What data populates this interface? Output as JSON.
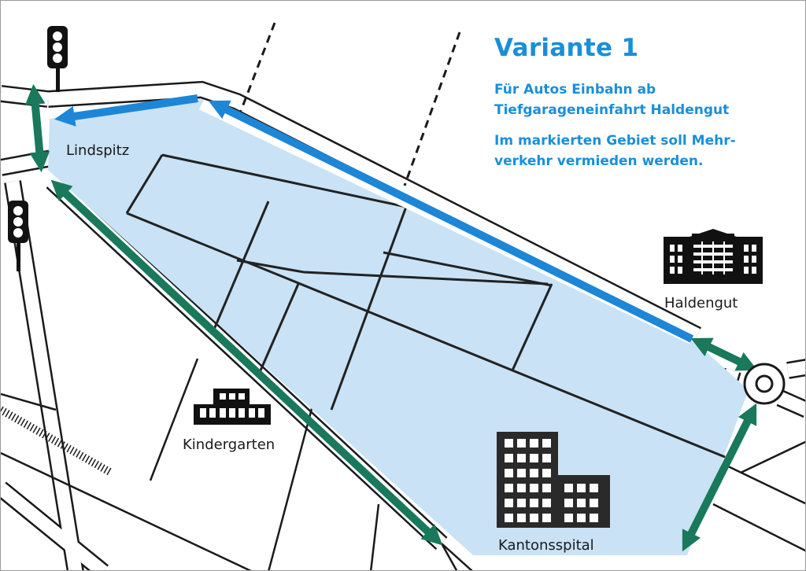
{
  "legend": {
    "title": "Variante 1",
    "line1a": "Für Autos Einbahn ab",
    "line1b": "Tiefgarageneinfahrt Haldengut",
    "line2a": "Im markierten Gebiet soll Mehr-",
    "line2b": "verkehr vermieden werden."
  },
  "places": {
    "lindspitz": "Lindspitz",
    "haldengut": "Haldengut",
    "kindergarten": "Kindergarten",
    "kantonsspital": "Kantonsspital"
  },
  "colors": {
    "area_fill": "#c9e2f5",
    "oneway_blue": "#1d86d6",
    "twoway_green": "#19795a",
    "legend_text": "#1a8fd8",
    "roads": "#1a1a1a"
  },
  "icons": {
    "traffic_light": "traffic-light-icon",
    "building": "building-icon"
  }
}
